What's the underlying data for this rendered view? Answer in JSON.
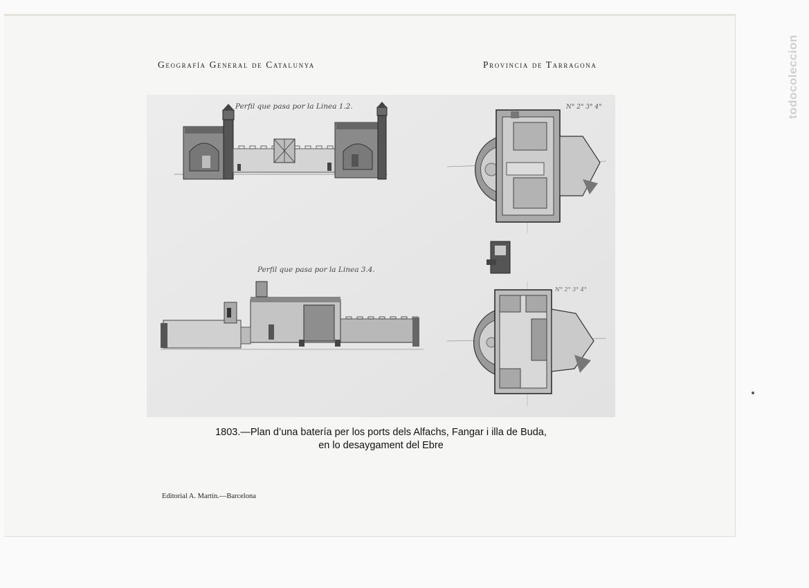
{
  "header": {
    "left": "Geografía General de Catalunya",
    "right": "Provincia de Tarragona"
  },
  "plate": {
    "profile_1_label": "Perfil que pasa por la Linea 1.2.",
    "profile_2_label": "Perfil que pasa por la Linea 3.4.",
    "scale_note": "N° 2° 3° 4°"
  },
  "caption": {
    "line1": "1803.—Plan d’una batería per los ports dels Alfachs, Fangar i illa de Buda,",
    "line2": "en lo desaygament del Ebre"
  },
  "publisher": "Editorial A. Martín.—Barcelona",
  "watermark": "todocoleccion",
  "colors": {
    "paper": "#f6f6f5",
    "plate_bg": "#e9e9e9",
    "ink": "#222222"
  }
}
